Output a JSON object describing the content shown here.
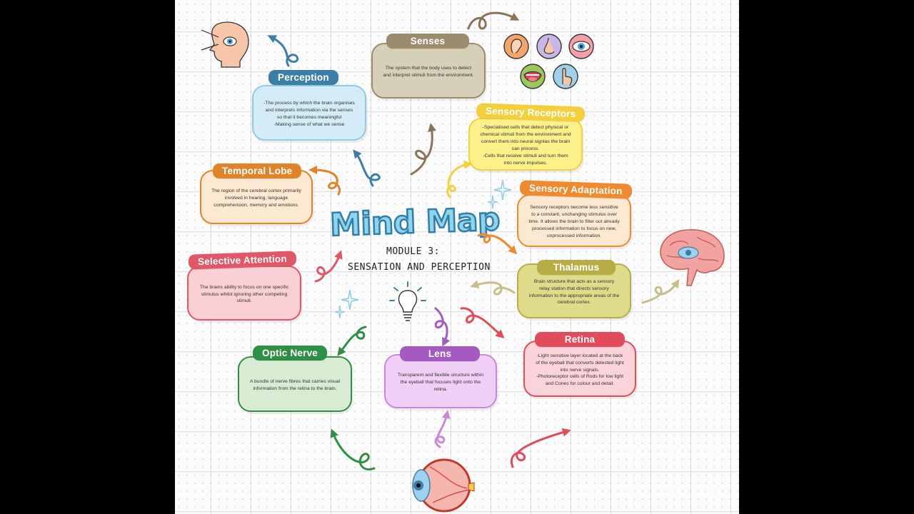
{
  "title": "Mind Map",
  "module": "MODULE 3:",
  "subtitle": "SENSATION AND PERCEPTION",
  "nodes": {
    "senses": {
      "label": "Senses",
      "text": "The system that the body uses to detect and interpret stimuli from the environment."
    },
    "perception": {
      "label": "Perception",
      "text": "-The process by which the brain organises and interprets information via the senses so that it becomes meaningful\n-Making sense of what we sense"
    },
    "sensory_receptors": {
      "label": "Sensory Receptors",
      "text": "-Specialised cells that detect physical or chemical stimuli from the environment and convert them into neural signlas the brain can process.\n-Cells that receive stimuli and turn them into nerve impulses."
    },
    "temporal_lobe": {
      "label": "Temporal Lobe",
      "text": "The region of the cerebral cortex primarily involved in hearing, language comprehension, memory and emotions."
    },
    "sensory_adaptation": {
      "label": "Sensory Adaptation",
      "text": "Sensory receptors become less sensitive to a constant, unchanging stimulus over time. It allows the  brain to filter out already processed information to focus on new, unprocessed information."
    },
    "selective_attention": {
      "label": "Selective Attention",
      "text": "The brains ability to focus on one specific stimulus whilst ignoring other competing stimuli."
    },
    "thalamus": {
      "label": "Thalamus",
      "text": "Brain structure that acts as a sensory relay station that directs sensory information to the appropriate areas of the cerebral cortex."
    },
    "optic_nerve": {
      "label": "Optic Nerve",
      "text": "A bundle of nerve fibres that carries visual information from the retina to the brain."
    },
    "lens": {
      "label": "Lens",
      "text": "Transparent and flexible structure within the eyeball that focuses light onto the retina."
    },
    "retina": {
      "label": "Retina",
      "text": "-Light sensitive layer located at the back of the eyeball that converts detected light into nerve signals.\n-Photoreceptor cells of Rods for low light and Cones for colour and detail."
    }
  },
  "colors": {
    "senses": "#9a8c6c",
    "perception": "#3d7ea6",
    "sensory_receptors": "#f3d03e",
    "temporal_lobe": "#e0842a",
    "sensory_adaptation": "#ef8a2f",
    "selective_attention": "#e05767",
    "thalamus": "#b7ad47",
    "optic_nerve": "#2f8f45",
    "lens": "#a45ac0",
    "retina": "#e04c5a"
  },
  "icons": [
    "eye-side-icon",
    "ear-icon",
    "nose-icon",
    "eye-icon",
    "mouth-icon",
    "finger-icon",
    "brain-icon",
    "lightbulb-icon",
    "sparkle-icon",
    "eyeball-cross-section-icon"
  ]
}
